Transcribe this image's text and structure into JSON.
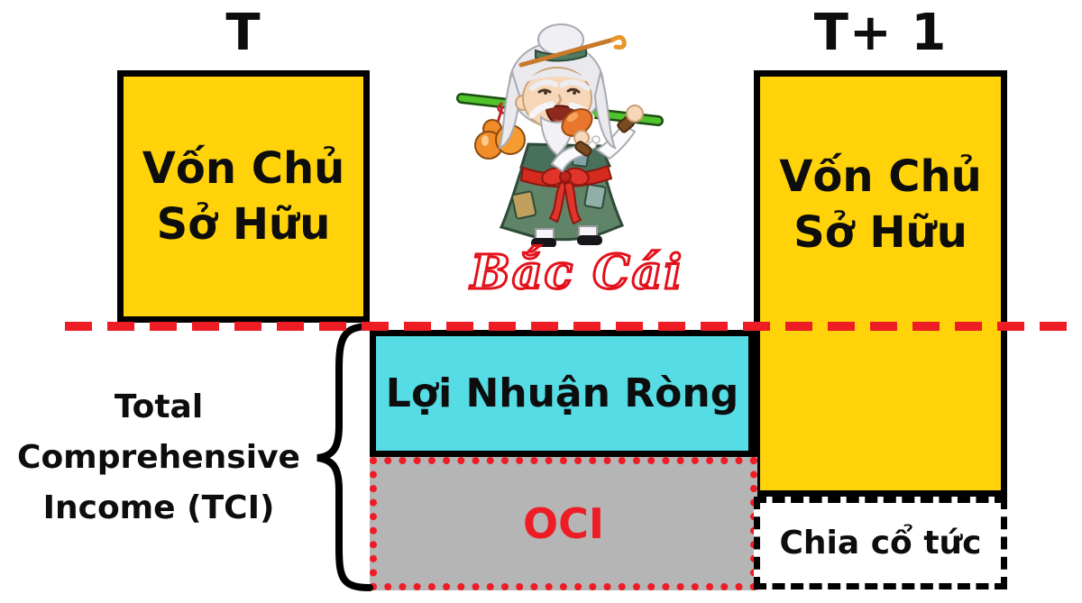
{
  "title_row": {
    "t_label": "T",
    "t1_label": "T+ 1"
  },
  "boxes": {
    "equity_t": "Vốn Chủ Sở Hữu",
    "equity_t1": "Vốn Chủ Sở Hữu",
    "net_profit": "Lợi Nhuận Ròng",
    "oci": "OCI",
    "dividend": "Chia cổ tức"
  },
  "labels": {
    "tci": "Total Comprehensive Income (TCI)"
  },
  "mascot": {
    "caption": "Bắc Cái"
  },
  "colors": {
    "equity_yellow": "#FFD20A",
    "net_profit_cyan": "#55DCE4",
    "oci_gray": "#B5B5B5",
    "accent_red": "#EE1C25",
    "line_black": "#000000"
  }
}
